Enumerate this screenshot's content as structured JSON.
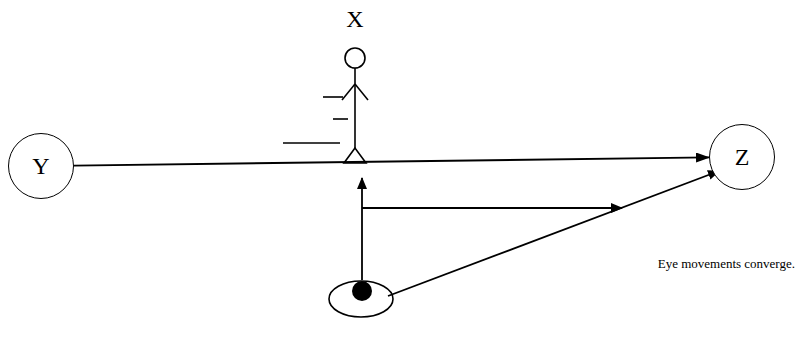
{
  "diagram": {
    "nodes": [
      {
        "text": [
          "Y"
        ]
      },
      {
        "text": [
          "Z"
        ]
      }
    ],
    "edges": [
      {
        "from": 0,
        "to": 1,
        "arrow": "to"
      }
    ],
    "labels": [
      "X",
      "Eye movements converge."
    ]
  }
}
